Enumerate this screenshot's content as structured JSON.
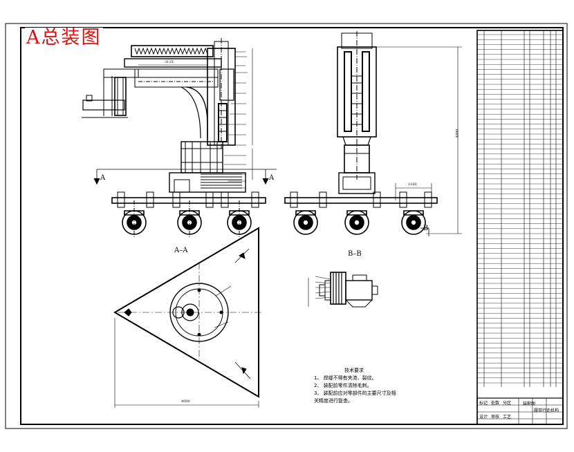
{
  "sheet": {
    "stamp_title": "A总装图",
    "border_color": "#000000",
    "stamp_color": "#e01010"
  },
  "views": {
    "section_a_label": "A–A",
    "section_b_label": "B–B",
    "cut_mark_left": "A",
    "cut_mark_right": "A",
    "cut_mark_b": "B"
  },
  "dimensions": {
    "horizontal_arm": "3125",
    "base_width": "4000",
    "side_height": "4800",
    "wheel_spacing": "1160"
  },
  "technical_notes": {
    "title": "技术要求",
    "items": [
      "1、 焊缝不得有夹渣、裂纹。",
      "2、 装配前零件清除毛刺。",
      "3、 装配前应对零部件的主要尺寸及相",
      "关精度进行复查。"
    ]
  },
  "title_block": {
    "drawing_name": "装配图",
    "product_name": "履带行走机构",
    "row_labels": [
      "标记",
      "处数",
      "分区",
      "设计",
      "审核",
      "工艺"
    ]
  }
}
